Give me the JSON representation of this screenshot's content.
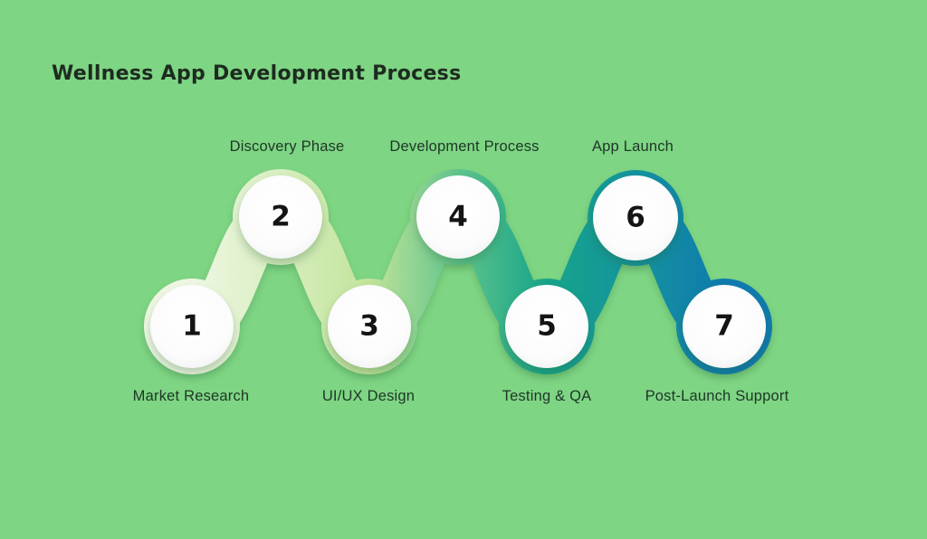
{
  "title": "Wellness App Development Process",
  "colors": {
    "background": "#7ed583",
    "title_text": "#1d2b20",
    "label_text": "#1e3627",
    "number_text": "#141414",
    "circle_fill": "#ffffff"
  },
  "ribbon_gradient": {
    "stops": [
      {
        "color": "#eff7e3"
      },
      {
        "color": "#d8eec0"
      },
      {
        "color": "#c2e49a"
      },
      {
        "color": "#5fc48c"
      },
      {
        "color": "#16a489"
      },
      {
        "color": "#14939e"
      },
      {
        "color": "#0f7bae"
      }
    ]
  },
  "steps": [
    {
      "number": "1",
      "label": "Market Research"
    },
    {
      "number": "2",
      "label": "Discovery Phase"
    },
    {
      "number": "3",
      "label": "UI/UX Design"
    },
    {
      "number": "4",
      "label": "Development Process"
    },
    {
      "number": "5",
      "label": "Testing & QA"
    },
    {
      "number": "6",
      "label": "App Launch"
    },
    {
      "number": "7",
      "label": "Post-Launch Support"
    }
  ]
}
